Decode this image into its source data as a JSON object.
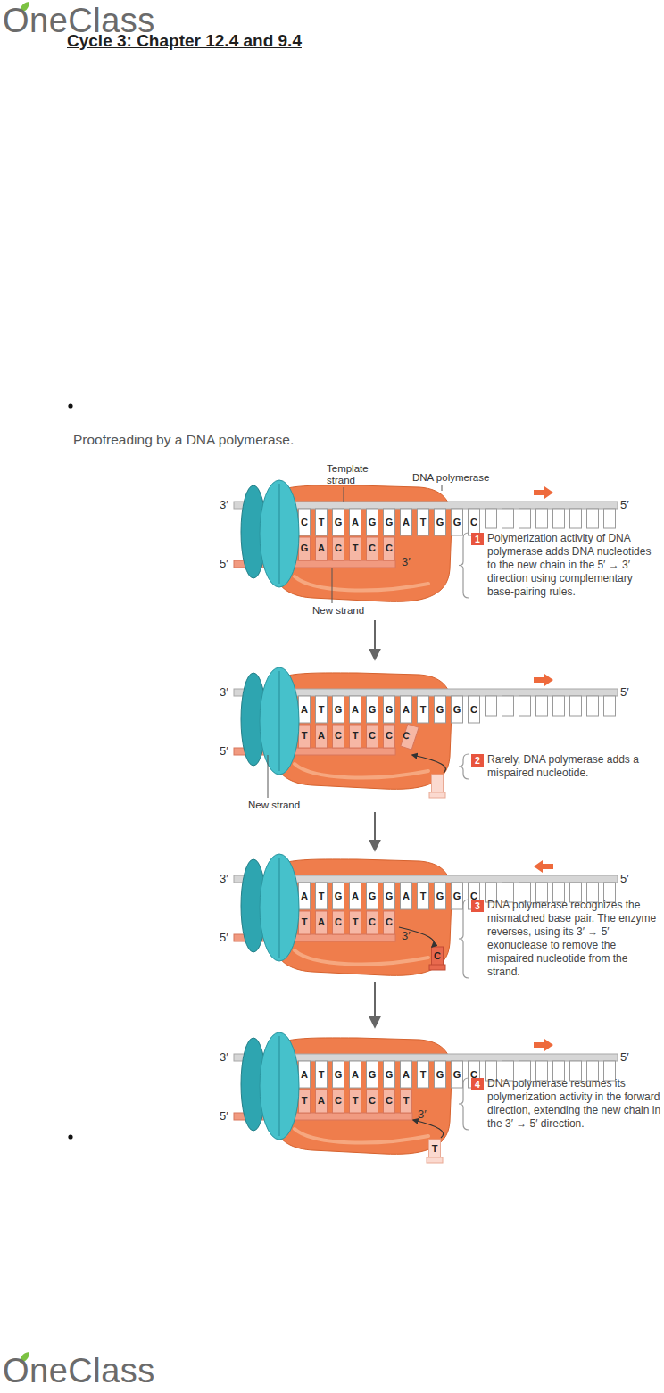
{
  "diagram": {
    "title": "Cycle 3: Chapter 12.4 and 9.4",
    "caption": "Proofreading by a DNA polymerase.",
    "nodes": [
      {
        "text": [
          "1",
          "Polymerization activity of DNA polymerase adds DNA nucleotides to the new chain in the 5′ → 3′ direction using complementary base-pairing rules."
        ]
      },
      {
        "text": [
          "2",
          "Rarely, DNA polymerase adds a mispaired nucleotide."
        ]
      },
      {
        "text": [
          "3",
          "DNA polymerase recognizes the mismatched base pair. The enzyme reverses, using its 3′ → 5′ exonuclease to remove the mispaired nucleotide from the strand."
        ]
      },
      {
        "text": [
          "4",
          "DNA polymerase resumes its polymerization activity in the forward direction, extending the new chain in the 3′ → 5′ direction."
        ]
      }
    ],
    "labels": [
      "OneClass",
      "3′",
      "5′",
      "5′",
      "C",
      "T",
      "G",
      "A",
      "G",
      "G",
      "A",
      "T",
      "G",
      "G",
      "C",
      "G",
      "A",
      "C",
      "T",
      "C",
      "C",
      "3′",
      "Template strand",
      "DNA polymerase",
      "New strand",
      "3′",
      "5′",
      "5′",
      "A",
      "T",
      "G",
      "A",
      "G",
      "G",
      "A",
      "T",
      "G",
      "G",
      "C",
      "T",
      "A",
      "C",
      "T",
      "C",
      "C",
      "C",
      "New strand",
      "3′",
      "5′",
      "5′",
      "A",
      "T",
      "G",
      "A",
      "G",
      "G",
      "A",
      "T",
      "G",
      "G",
      "C",
      "T",
      "A",
      "C",
      "T",
      "C",
      "C",
      "3′",
      "C",
      "3′",
      "5′",
      "5′",
      "A",
      "T",
      "G",
      "A",
      "G",
      "G",
      "A",
      "T",
      "G",
      "G",
      "C",
      "T",
      "A",
      "C",
      "T",
      "C",
      "C",
      "T",
      "3′",
      "T",
      "OneClass"
    ]
  }
}
